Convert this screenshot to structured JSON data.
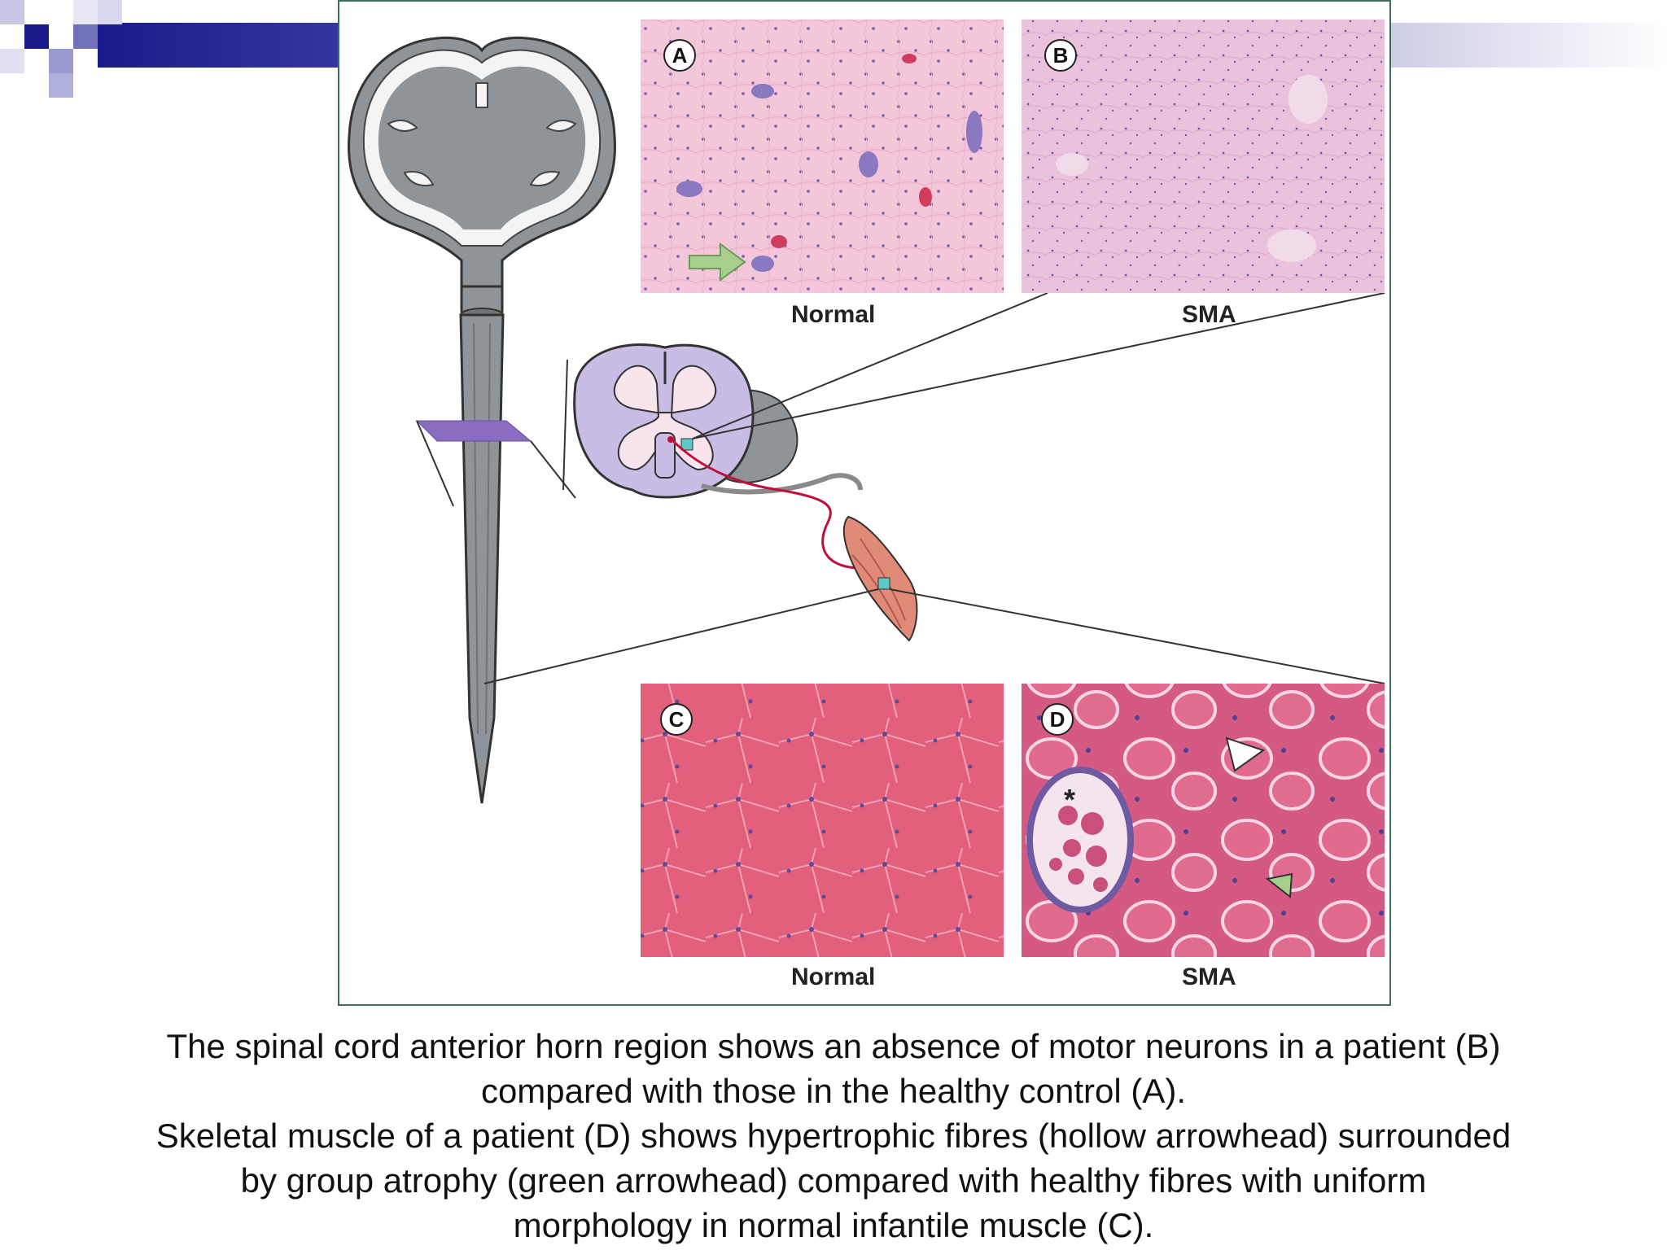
{
  "panels": {
    "a": {
      "letter": "A",
      "caption": "Normal"
    },
    "b": {
      "letter": "B",
      "caption": "SMA"
    },
    "c": {
      "letter": "C",
      "caption": "Normal"
    },
    "d": {
      "letter": "D",
      "caption": "SMA"
    }
  },
  "asterisk": "*",
  "caption": {
    "line1": "The spinal cord anterior horn region shows an absence of motor neurons in a patient (B)",
    "line2": "compared with those in the healthy control (A).",
    "line3": "Skeletal muscle of a patient (D) shows hypertrophic fibres (hollow arrowhead) surrounded",
    "line4": "by group atrophy (green arrowhead) compared with healthy fibres with uniform",
    "line5": "morphology in normal infantile muscle (C)."
  },
  "colors": {
    "slide_blue": "#1a1a8c",
    "frame_green": "#3c6e5a",
    "nervous_gray": "#8e9497",
    "histology_pink": "#ec9fc0",
    "muscle_pink": "#e0607a",
    "arrow_green": "#a6cf8c"
  }
}
